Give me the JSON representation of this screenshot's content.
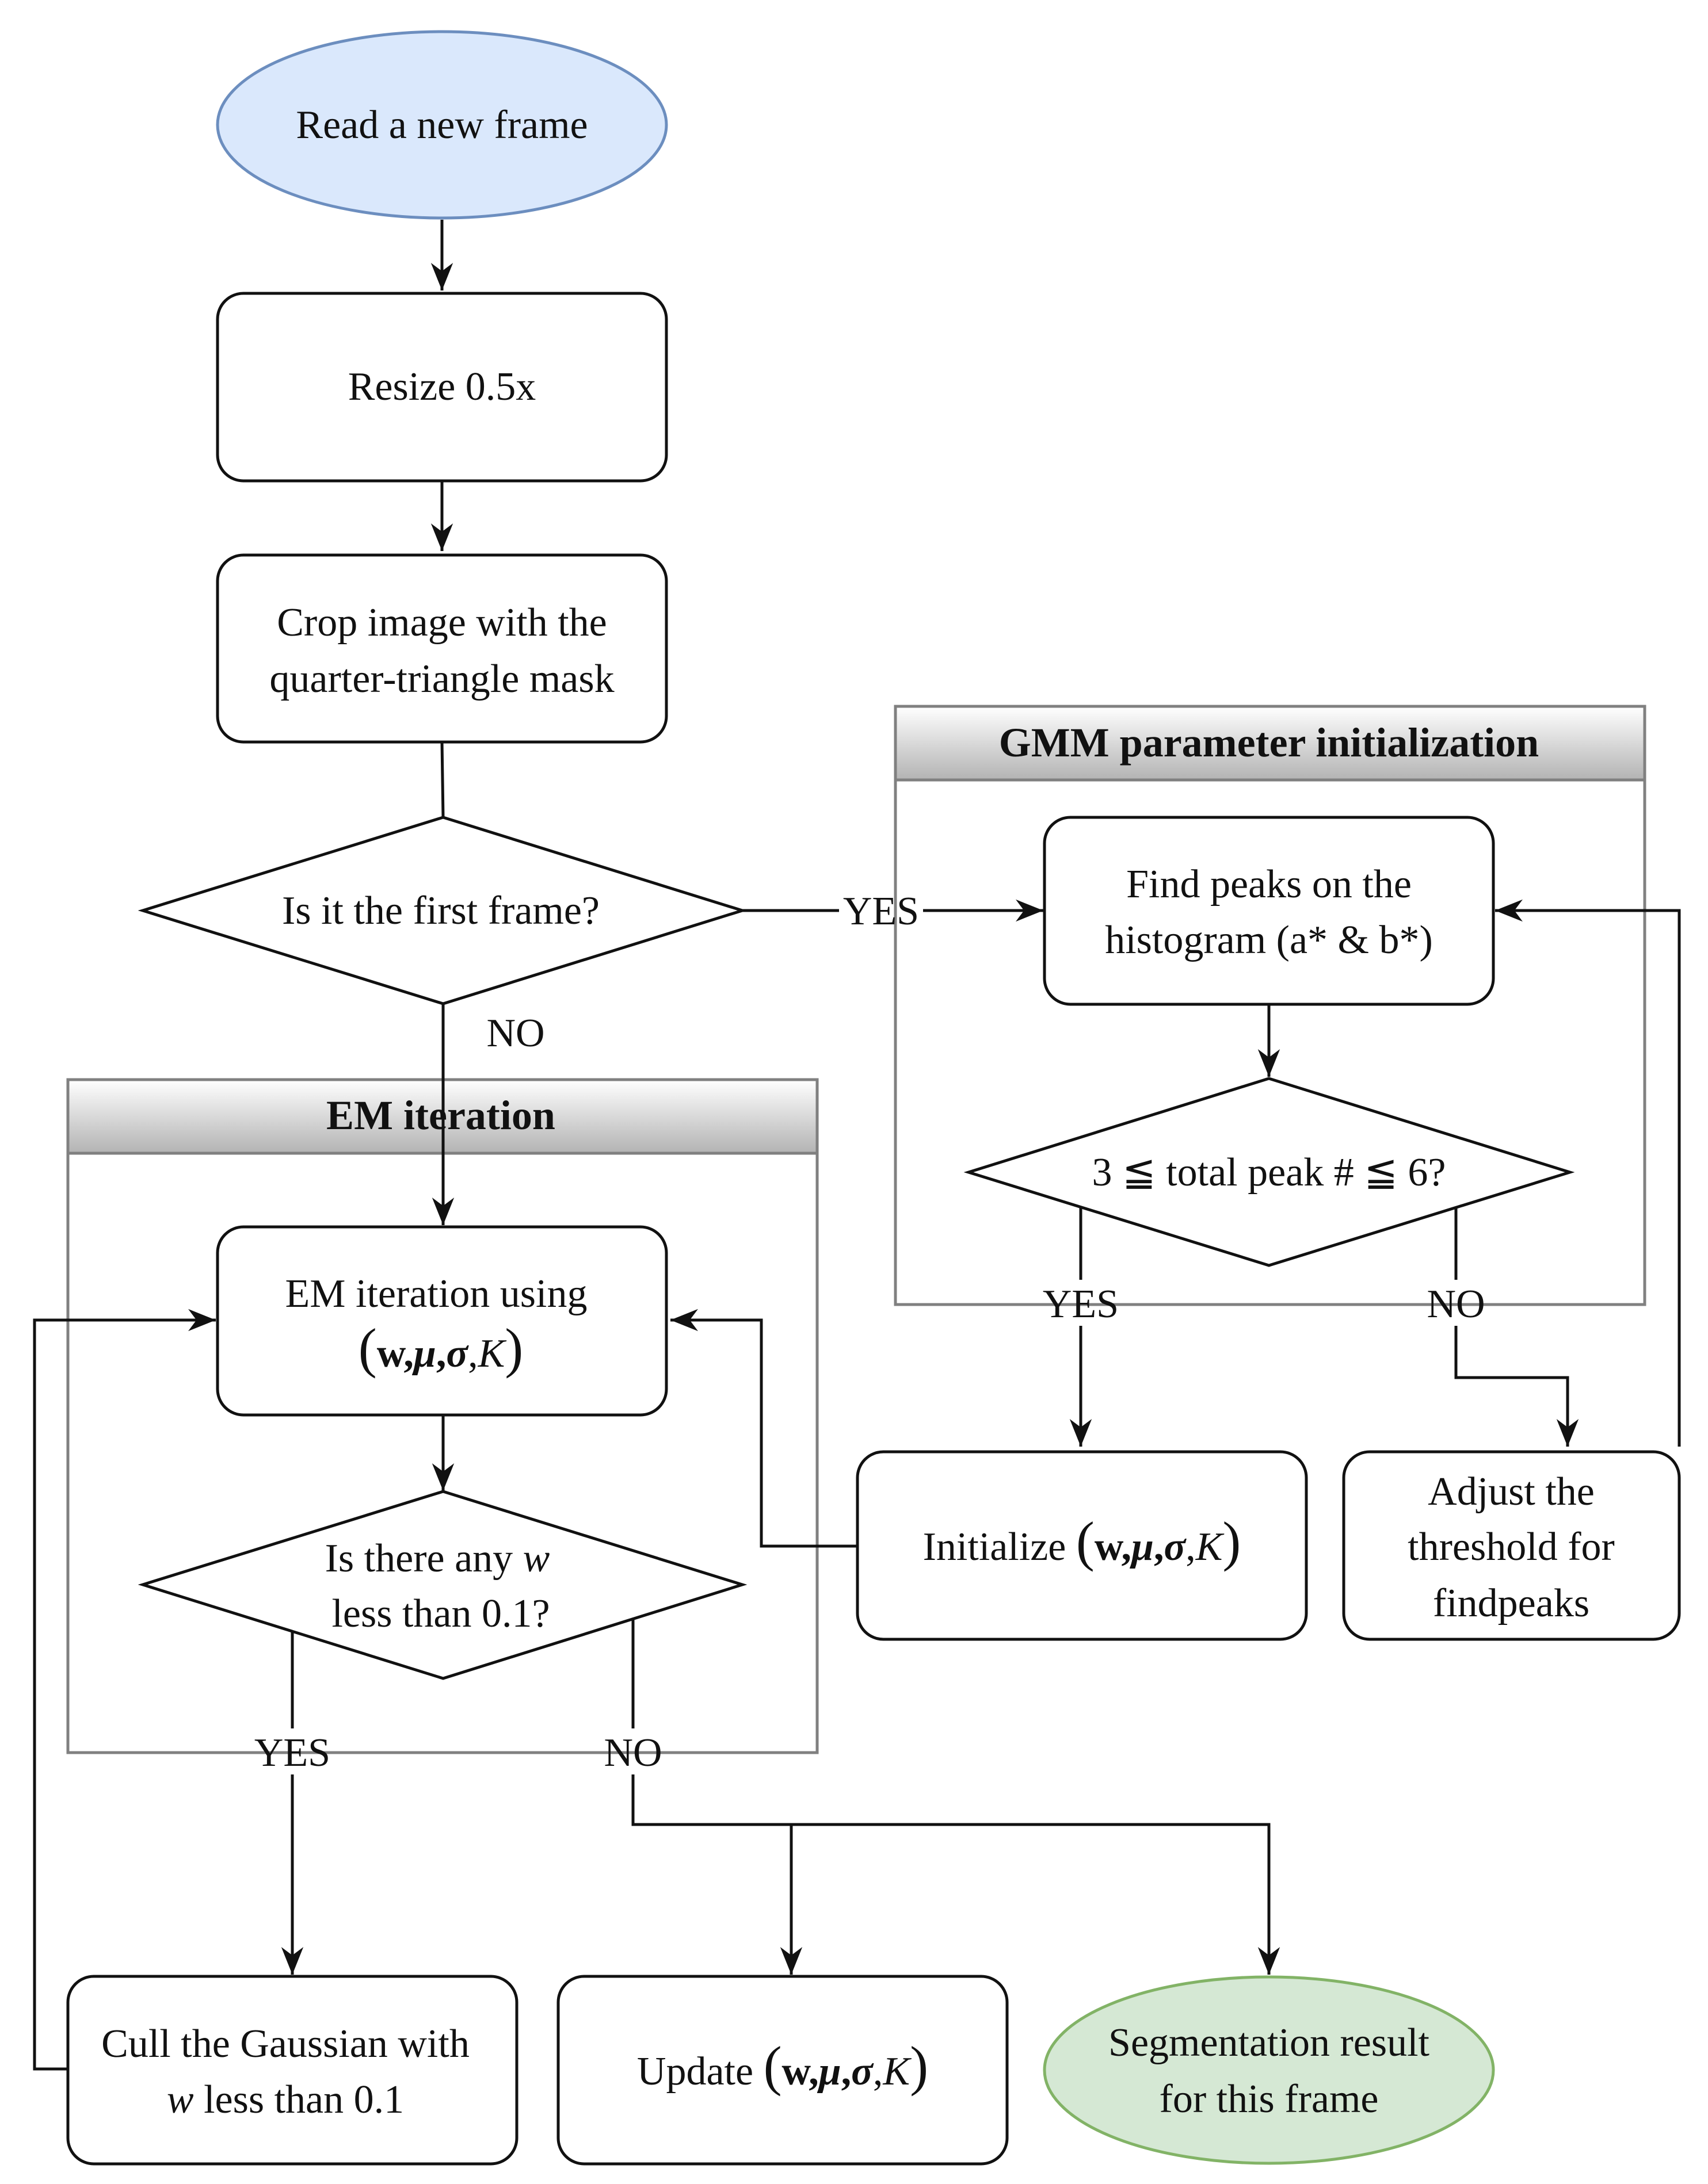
{
  "nodes": {
    "read_frame": {
      "line1": "Read a new frame",
      "fill": "#dae8fc",
      "stroke": "#6c8ebf"
    },
    "resize": {
      "line1": "Resize 0.5x"
    },
    "crop": {
      "line1": "Crop image with the",
      "line2": "quarter-triangle mask"
    },
    "first_frame": {
      "line1": "Is it the first frame?"
    },
    "find_peaks": {
      "line1": "Find peaks on the",
      "line2": "histogram (a* & b*)"
    },
    "peak_check": {
      "line1": "3 ≦ total peak # ≦ 6?"
    },
    "em_iter": {
      "line1": "EM iteration using",
      "math": {
        "open": "(",
        "w": "w",
        "comma1": ",",
        "mu": "μ",
        "comma2": ",",
        "sigma": "σ",
        "comma3": ",",
        "k": "K",
        "close": ")"
      }
    },
    "w_check": {
      "line1_prefix": "Is there any ",
      "line1_var": "w",
      "line2": "less than 0.1?"
    },
    "initialize": {
      "prefix": "Initialize ",
      "math": {
        "open": "(",
        "w": "w",
        "comma1": ",",
        "mu": "μ",
        "comma2": ",",
        "sigma": "σ",
        "comma3": ",",
        "k": "K",
        "close": ")"
      }
    },
    "adjust": {
      "line1": "Adjust the",
      "line2": "threshold for",
      "line3": "findpeaks"
    },
    "cull": {
      "line1": "Cull the Gaussian with",
      "line2_var": "w",
      "line2_rest": " less than 0.1"
    },
    "update": {
      "prefix": "Update ",
      "math": {
        "open": "(",
        "w": "w",
        "comma1": ",",
        "mu": "μ",
        "comma2": ",",
        "sigma": "σ",
        "comma3": ",",
        "k": "K",
        "close": ")"
      }
    },
    "result": {
      "line1": "Segmentation result",
      "line2": "for this frame",
      "fill": "#d5e8d4",
      "stroke": "#82b366"
    }
  },
  "groups": {
    "gmm": {
      "title": "GMM parameter initialization"
    },
    "em": {
      "title": "EM iteration"
    }
  },
  "edge_labels": {
    "first_yes": "YES",
    "first_no": "NO",
    "peak_yes": "YES",
    "peak_no": "NO",
    "w_yes": "YES",
    "w_no": "NO"
  },
  "colors": {
    "line": "#111111",
    "group_border": "#808080",
    "group_header_top": "#ffffff",
    "group_header_bottom": "#b3b3b3"
  }
}
